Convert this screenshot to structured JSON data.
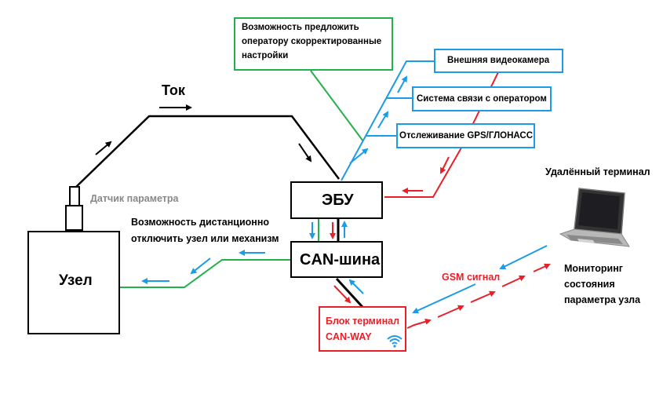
{
  "colors": {
    "wire": "#000000",
    "control": "#22b14c",
    "data_out": "#1c9be6",
    "data_in": "#e8202a",
    "sensor_label": "#888888"
  },
  "labels": {
    "current": "Ток",
    "sensor": "Датчик параметра",
    "node": "Узел",
    "ecu": "ЭБУ",
    "can_bus": "CAN-шина",
    "remote_shutdown": [
      "Возможность дистанционно",
      "отключить узел или механизм"
    ],
    "operator_settings": [
      "Возможность предложить",
      "оператору скорректированные",
      "настройки"
    ],
    "external_camera": "Внешняя видеокамера",
    "operator_comm": "Система связи с оператором",
    "gps_tracking": "Отслеживание GPS/ГЛОНАСС",
    "terminal_block": [
      "Блок терминал",
      "CAN-WAY"
    ],
    "gsm_signal": "GSM сигнал",
    "remote_terminal": "Удалённый терминал",
    "monitoring": [
      "Мониторинг",
      "состояния",
      "параметра узла"
    ]
  },
  "icons": {
    "wifi": "wifi-icon",
    "laptop": "laptop-icon"
  }
}
